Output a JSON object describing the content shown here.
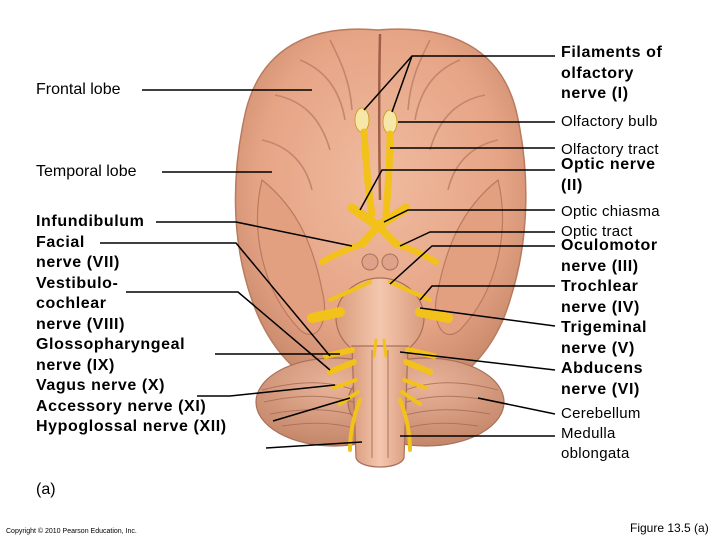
{
  "labels_left": {
    "frontal_lobe": "Frontal lobe",
    "temporal_lobe": "Temporal lobe",
    "infundibulum": "Infundibulum",
    "facial_1": "Facial",
    "facial_2": "nerve (VII)",
    "vestibulo_1": "Vestibulo-",
    "vestibulo_2": "cochlear",
    "vestibulo_3": "nerve (VIII)",
    "glosso_1": "Glossopharyngeal",
    "glosso_2": "nerve (IX)",
    "vagus": "Vagus nerve (X)",
    "accessory": "Accessory nerve (XI)",
    "hypoglossal": "Hypoglossal nerve (XII)"
  },
  "labels_right": {
    "filaments_1": "Filaments of",
    "filaments_2": "olfactory",
    "filaments_3": "nerve (I)",
    "olfactory_bulb": "Olfactory bulb",
    "olfactory_tract": "Olfactory tract",
    "optic_nerve_1": "Optic nerve",
    "optic_nerve_2": "(II)",
    "optic_chiasma": "Optic chiasma",
    "optic_tract": "Optic tract",
    "oculomotor_1": "Oculomotor",
    "oculomotor_2": "nerve (III)",
    "trochlear_1": "Trochlear",
    "trochlear_2": "nerve (IV)",
    "trigeminal_1": "Trigeminal",
    "trigeminal_2": "nerve (V)",
    "abducens_1": "Abducens",
    "abducens_2": "nerve (VI)",
    "cerebellum": "Cerebellum",
    "medulla_1": "Medulla",
    "medulla_2": "oblongata"
  },
  "panel_label": "(a)",
  "copyright": "Copyright © 2010 Pearson Education, Inc.",
  "figure_number": "Figure 13.5 (a)",
  "colors": {
    "brain": "#e8a989",
    "brain_shadow": "#c98a6c",
    "nerve": "#f2c21a",
    "background": "#ffffff"
  }
}
